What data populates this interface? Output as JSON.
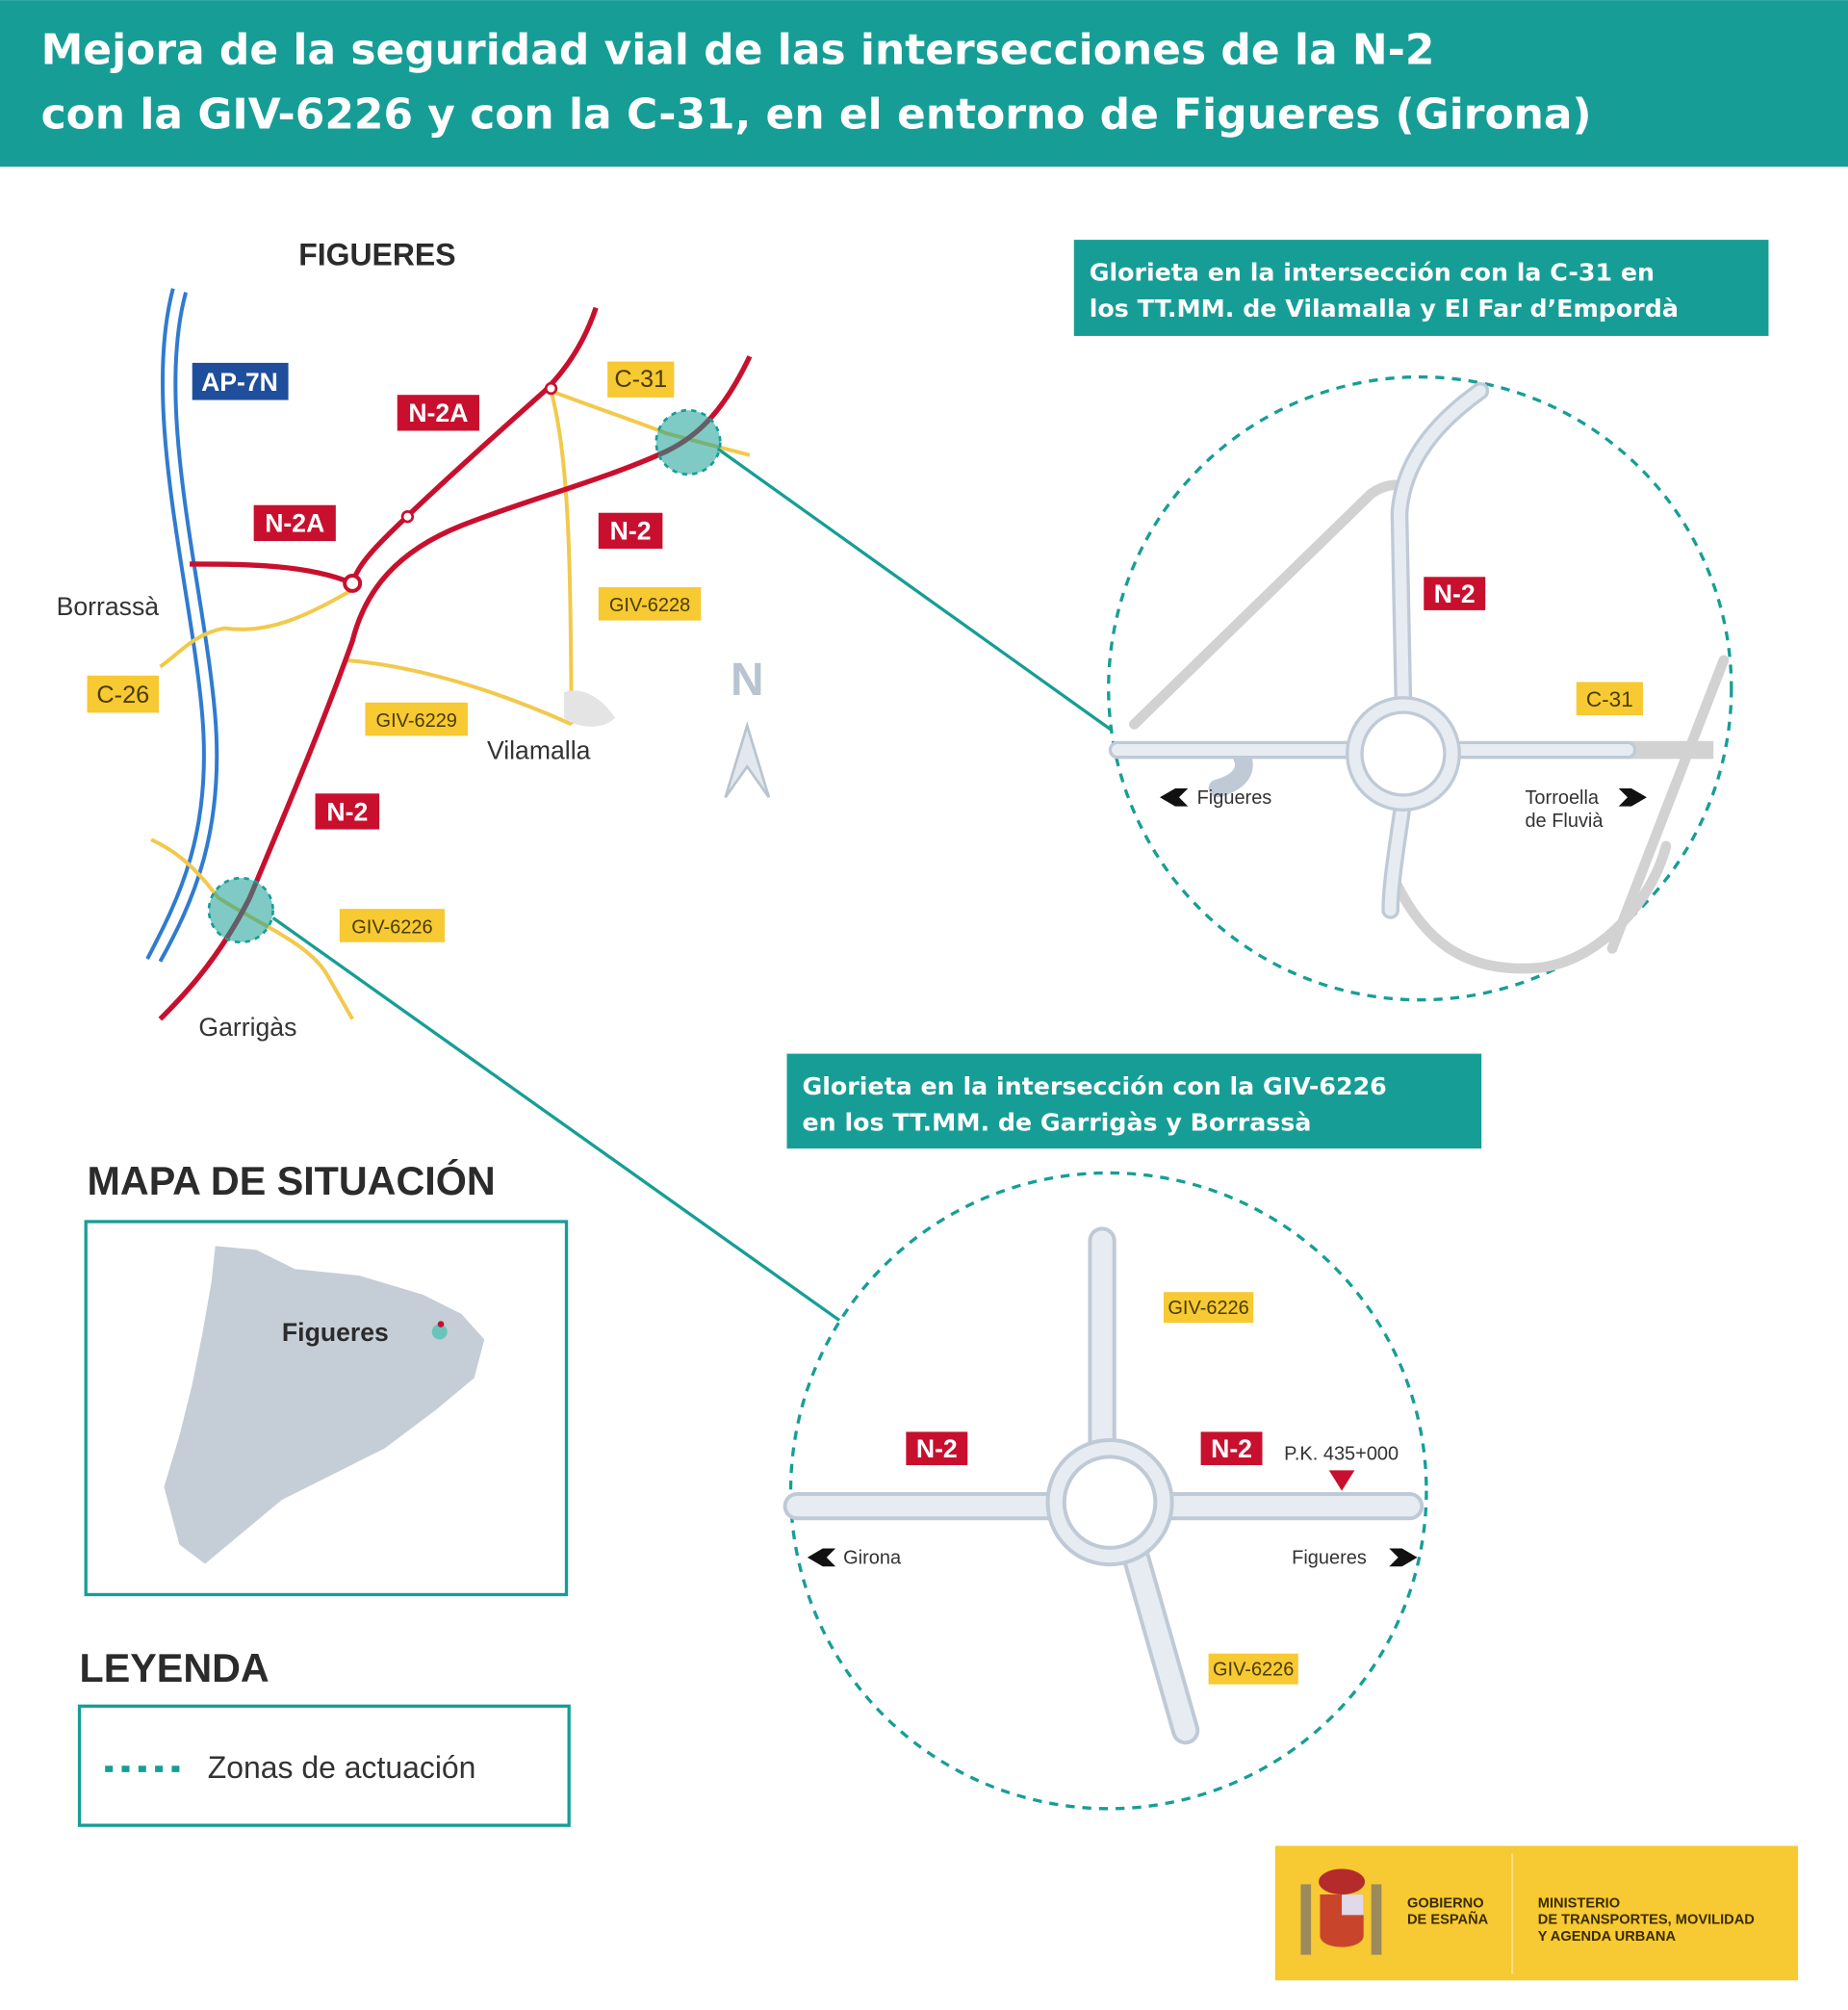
{
  "colors": {
    "teal": "#169e96",
    "red": "#c8102e",
    "yellow": "#f7c932",
    "blue": "#1f4e9c",
    "road_light": "#d5dde6"
  },
  "header": {
    "title_line1": "Mejora de la seguridad vial de las intersecciones de la N-2",
    "title_line2": "con la GIV-6226 y con la C-31, en el entorno de Figueres (Girona)"
  },
  "map": {
    "city_top": "FIGUERES",
    "roads": {
      "ap7n": "AP-7N",
      "n2a_1": "N-2A",
      "n2a_2": "N-2A",
      "n2_1": "N-2",
      "n2_2": "N-2",
      "c31": "C-31",
      "giv6228": "GIV-6228",
      "giv6229": "GIV-6229",
      "giv6226": "GIV-6226",
      "c26": "C-26"
    },
    "places": {
      "borrassa": "Borrassà",
      "vilamalla": "Vilamalla",
      "garrigas": "Garrigàs"
    },
    "north": "N"
  },
  "detail1": {
    "title_line1": "Glorieta en la intersección con la C-31 en",
    "title_line2": "los TT.MM. de Vilamalla y El Far d’Empordà",
    "road_n2": "N-2",
    "road_c31": "C-31",
    "dir_left": "Figueres",
    "dir_right_line1": "Torroella",
    "dir_right_line2": "de Fluvià"
  },
  "detail2": {
    "title_line1": "Glorieta en la intersección con la GIV-6226",
    "title_line2": "en los TT.MM. de Garrigàs y Borrassà",
    "road_giv_top": "GIV-6226",
    "road_n2_left": "N-2",
    "road_n2_right": "N-2",
    "pk": "P.K. 435+000",
    "dir_left": "Girona",
    "dir_right": "Figueres",
    "road_giv_bottom": "GIV-6226"
  },
  "situacion": {
    "title": "MAPA DE SITUACIÓN",
    "label": "Figueres"
  },
  "leyenda": {
    "title": "LEYENDA",
    "item": "Zonas de actuación"
  },
  "logo": {
    "gov_line1": "GOBIERNO",
    "gov_line2": "DE ESPAÑA",
    "min_line1": "MINISTERIO",
    "min_line2": "DE TRANSPORTES, MOVILIDAD",
    "min_line3": "Y AGENDA URBANA"
  }
}
